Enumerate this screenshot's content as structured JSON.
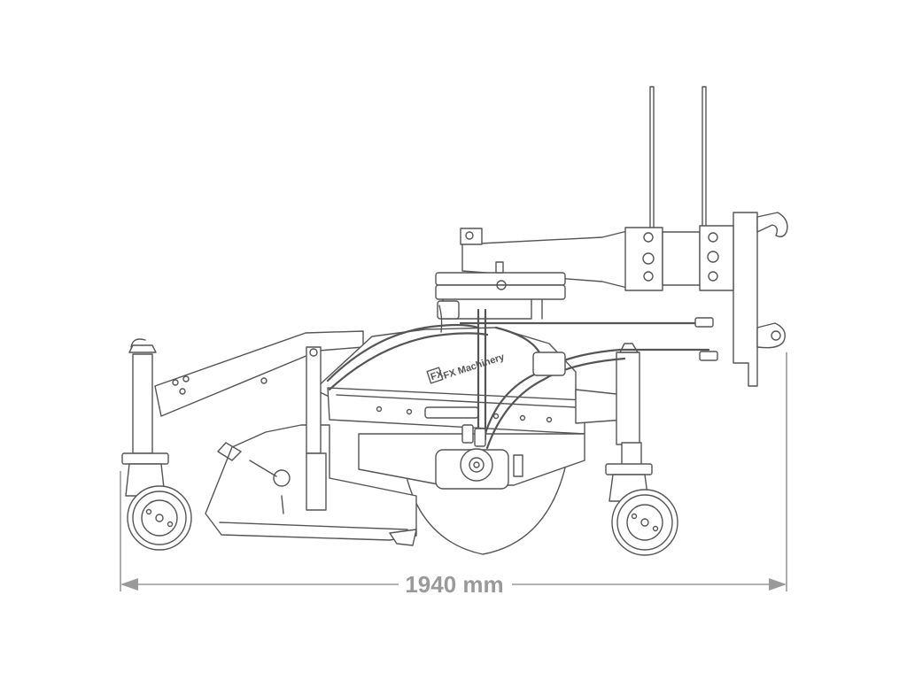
{
  "dimension": {
    "width_label": "1940 mm"
  },
  "machine": {
    "brand_label": "FX Machinery",
    "logo_text": "FX"
  },
  "colors": {
    "line": "#555555",
    "dimension": "#9a9a9a",
    "background": "#ffffff"
  }
}
